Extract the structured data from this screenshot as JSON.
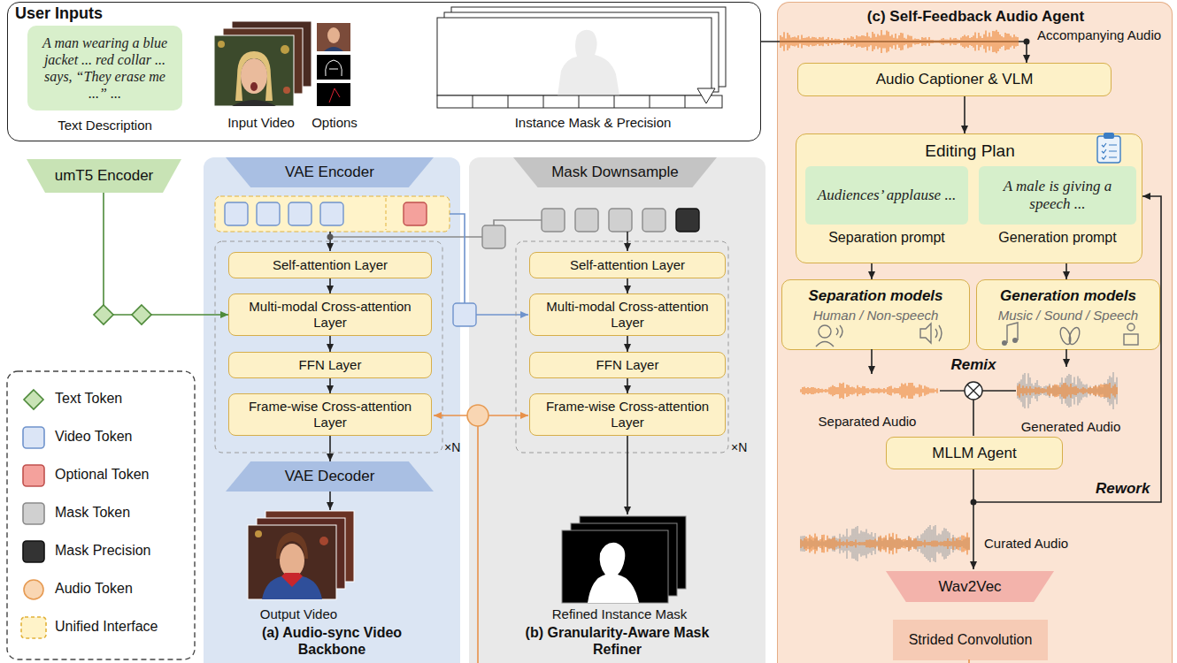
{
  "diagram": {
    "nodes": [
      {
        "text": [
          "User Inputs"
        ]
      },
      {
        "text": [
          "A man wearing a blue jacket ... red collar ... says, “They erase me ...” ...",
          "Text Description"
        ],
        "in": 0
      },
      {
        "text": [
          "umT5 Encoder"
        ]
      },
      {
        "text": [
          "(a) Audio-sync Video Backbone"
        ]
      },
      {
        "text": [
          "VAE Encoder"
        ],
        "in": 3
      },
      {
        "text": [
          "Self-attention Layer"
        ],
        "in": 3
      },
      {
        "text": [
          "Multi-modal Cross-attention Layer"
        ],
        "in": 3
      },
      {
        "text": [
          "FFN Layer"
        ],
        "in": 3
      },
      {
        "text": [
          "Frame-wise Cross-attention Layer"
        ],
        "in": 3
      },
      {
        "text": [
          "VAE Decoder"
        ],
        "in": 3
      },
      {
        "text": [
          "(b) Granularity-Aware Mask Refiner"
        ]
      },
      {
        "text": [
          "Mask Downsample"
        ],
        "in": 10
      },
      {
        "text": [
          "Self-attention Layer"
        ],
        "in": 10
      },
      {
        "text": [
          "Multi-modal Cross-attention Layer"
        ],
        "in": 10
      },
      {
        "text": [
          "FFN Layer"
        ],
        "in": 10
      },
      {
        "text": [
          "Frame-wise Cross-attention Layer"
        ],
        "in": 10
      },
      {
        "text": [
          "(c) Self-Feedback Audio Agent"
        ]
      },
      {
        "text": [
          "Audio Captioner & VLM"
        ],
        "in": 16
      },
      {
        "text": [
          "Editing Plan"
        ],
        "in": 16
      },
      {
        "text": [
          "Audiences’ applause ...",
          "Separation prompt"
        ],
        "in": 18
      },
      {
        "text": [
          "A male is giving a speech ...",
          "Generation prompt"
        ],
        "in": 18
      },
      {
        "text": [
          "Separation models",
          "Human / Non-speech"
        ],
        "in": 16
      },
      {
        "text": [
          "Generation models",
          "Music / Sound / Speech"
        ],
        "in": 16
      },
      {
        "text": [
          "MLLM Agent"
        ],
        "in": 16
      },
      {
        "text": [
          "Wav2Vec"
        ],
        "in": 16
      },
      {
        "text": [
          "Strided Convolution"
        ],
        "in": 16
      }
    ],
    "edges": [
      {
        "from": 0,
        "to": 17,
        "arrow": "to"
      },
      {
        "from": 2,
        "to": 6,
        "arrow": "to"
      },
      {
        "from": 5,
        "to": 6,
        "arrow": "to"
      },
      {
        "from": 6,
        "to": 7,
        "arrow": "to"
      },
      {
        "from": 7,
        "to": 8,
        "arrow": "to"
      },
      {
        "from": 8,
        "to": 9,
        "arrow": "to"
      },
      {
        "from": 12,
        "to": 13,
        "arrow": "to"
      },
      {
        "from": 13,
        "to": 14,
        "arrow": "to"
      },
      {
        "from": 14,
        "to": 15,
        "arrow": "to"
      },
      {
        "from": 17,
        "to": 18,
        "arrow": "to"
      },
      {
        "from": 18,
        "to": 21,
        "arrow": "to"
      },
      {
        "from": 18,
        "to": 22,
        "arrow": "to"
      },
      {
        "from": 23,
        "to": 18,
        "label": "Rework",
        "arrow": "to"
      }
    ],
    "labels": [
      "Input Video",
      "Options",
      "Instance Mask & Precision",
      "×N",
      "Output Video",
      "×N",
      "Refined Instance Mask",
      "Accompanying Audio",
      "Remix",
      "Separated Audio",
      "Generated Audio",
      "Curated Audio"
    ],
    "legend": [
      {
        "text": "Text Token",
        "color": "#c8e3b5"
      },
      {
        "text": "Video Token",
        "color": "#dbe5f6"
      },
      {
        "text": "Optional Token",
        "color": "#f4a19c"
      },
      {
        "text": "Mask Token",
        "color": "#d0d0d0"
      },
      {
        "text": "Mask Precision",
        "color": "#333333"
      },
      {
        "text": "Audio Token",
        "color": "#f9d6b3"
      },
      {
        "text": "Unified Interface",
        "color": "#fff3c9"
      }
    ]
  }
}
